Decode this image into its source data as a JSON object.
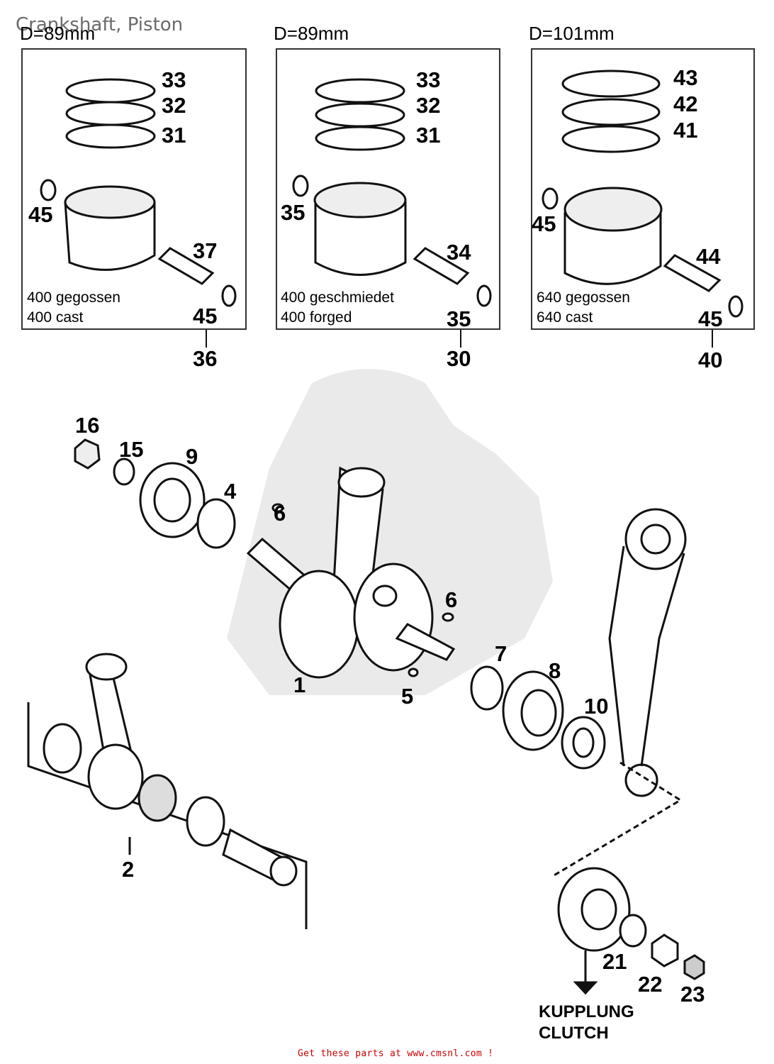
{
  "title": "Crankshaft, Piston",
  "panels": [
    {
      "diameter": "D=89mm",
      "caption_de": "400 gegossen",
      "caption_en": "400 cast",
      "ring_numbers": [
        "33",
        "32",
        "31"
      ],
      "clip_top": "45",
      "pin": "37",
      "clip_bottom": "45",
      "assembly": "36"
    },
    {
      "diameter": "D=89mm",
      "caption_de": "400 geschmiedet",
      "caption_en": "400 forged",
      "ring_numbers": [
        "33",
        "32",
        "31"
      ],
      "clip_top": "35",
      "pin": "34",
      "clip_bottom": "35",
      "assembly": "30"
    },
    {
      "diameter": "D=101mm",
      "caption_de": "640 gegossen",
      "caption_en": "640 cast",
      "ring_numbers": [
        "43",
        "42",
        "41"
      ],
      "clip_top": "45",
      "pin": "44",
      "clip_bottom": "45",
      "assembly": "40"
    }
  ],
  "part_numbers": {
    "p1": "1",
    "p2": "2",
    "p4": "4",
    "p5": "5",
    "p6a": "6",
    "p6b": "6",
    "p7": "7",
    "p8": "8",
    "p9": "9",
    "p10": "10",
    "p15": "15",
    "p16": "16",
    "p21": "21",
    "p22": "22",
    "p23": "23"
  },
  "clutch": {
    "de": "KUPPLUNG",
    "en": "CLUTCH"
  },
  "footer": "Get these parts at www.cmsnl.com  !"
}
